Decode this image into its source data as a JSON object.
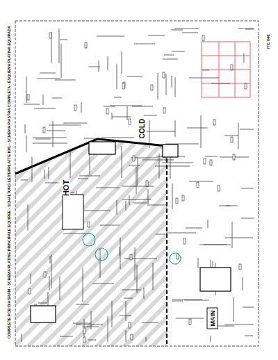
{
  "diagram": {
    "title": "COMPLETE PCB DIAGRAM - SCHEMA PLATINE PRINCIPALE EQUIPEE - SCHALTUNG LEITERPLATTE KPL - SCHEMA PIASTRA COMPLETA - ESQUEMA PLATINA EQUIPADA",
    "nodes": [
      {
        "text": [
          "MAIN"
        ]
      }
    ],
    "labels": [
      "HOT",
      "COLD",
      "ITC 046"
    ]
  }
}
